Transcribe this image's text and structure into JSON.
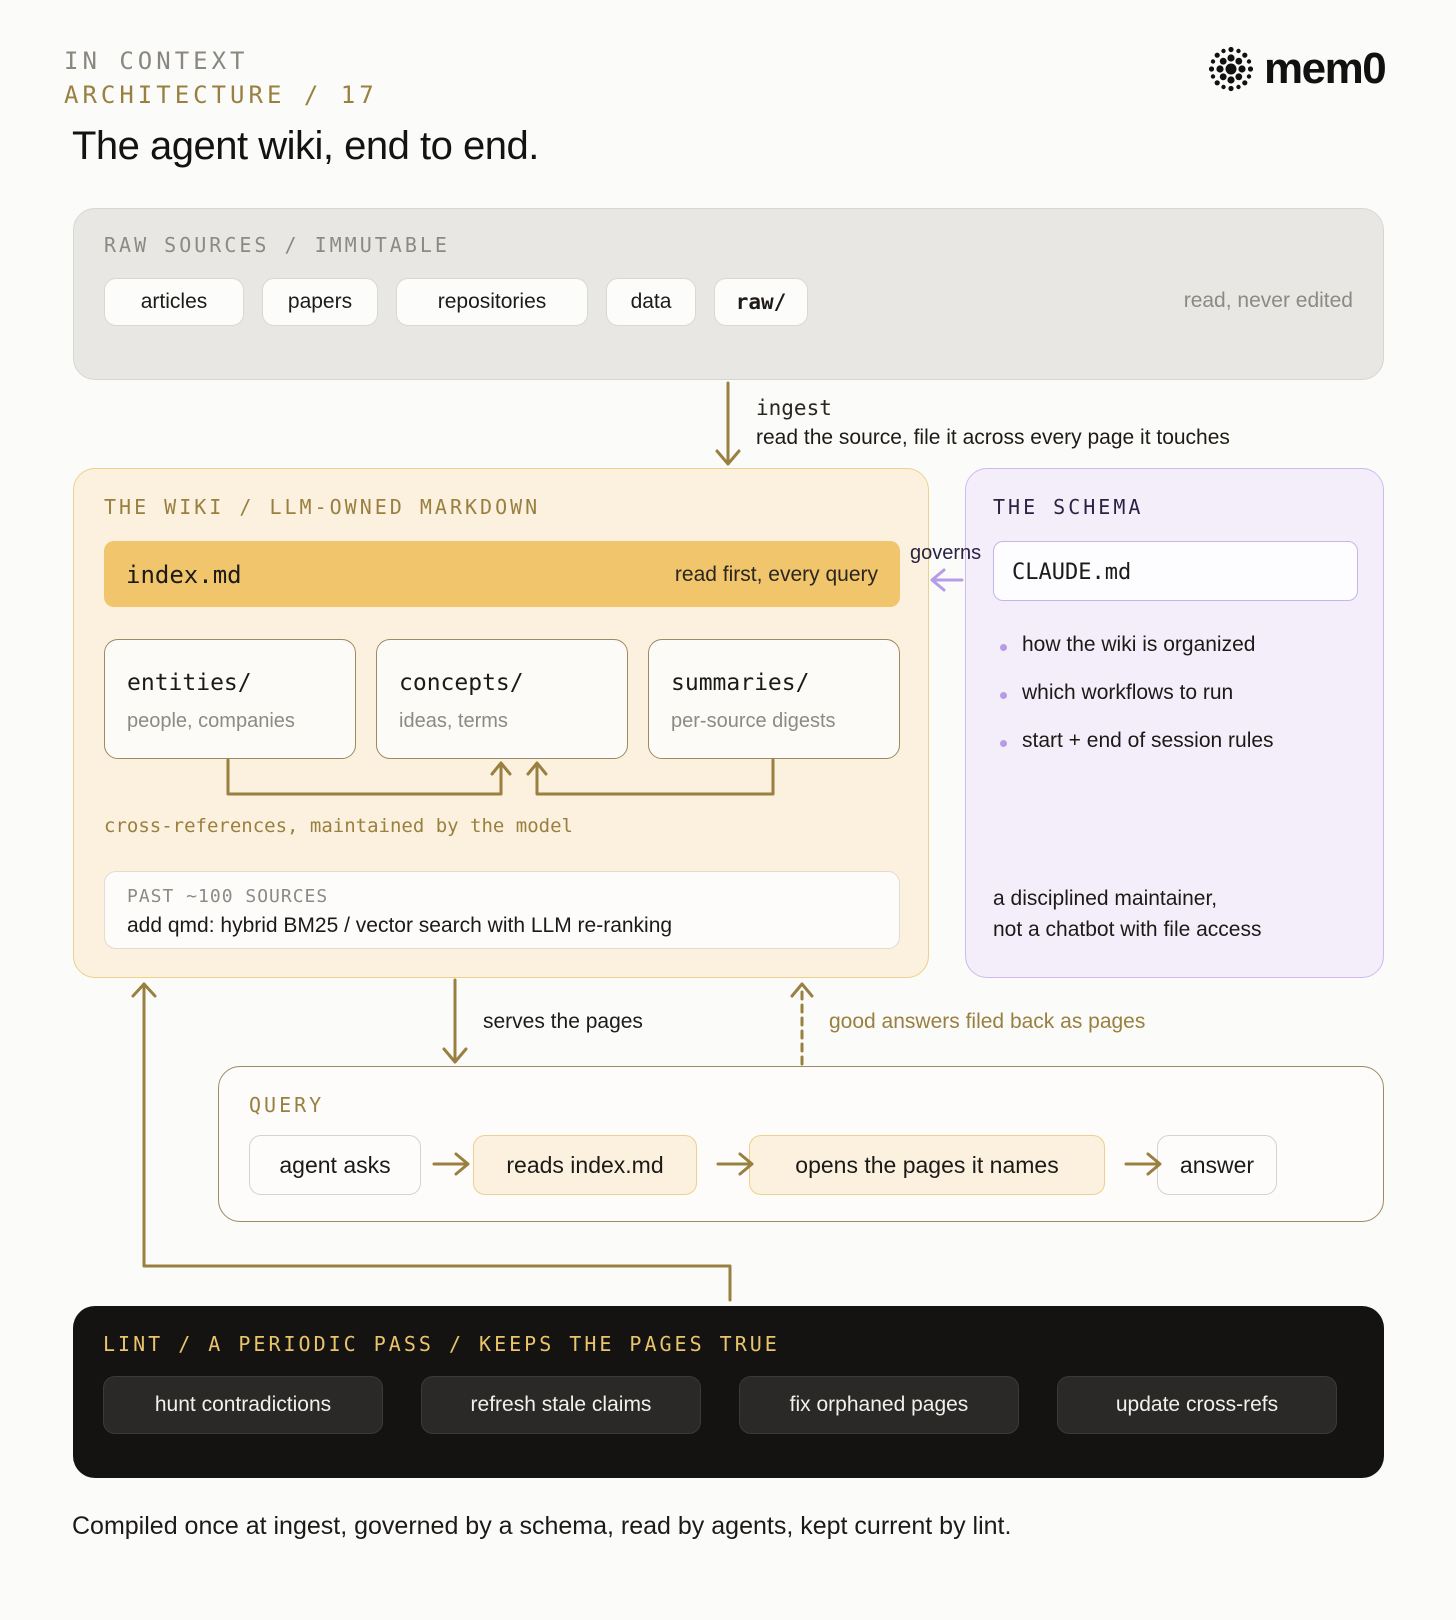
{
  "header": {
    "kicker_line1": "IN CONTEXT",
    "kicker_line2": "ARCHITECTURE / 17",
    "title": "The agent wiki, end to end.",
    "logo_text": "mem0"
  },
  "raw_sources": {
    "label": "RAW SOURCES / IMMUTABLE",
    "chips": [
      "articles",
      "papers",
      "repositories",
      "data",
      "raw/"
    ],
    "note": "read, never edited"
  },
  "ingest": {
    "label": "ingest",
    "description": "read the source, file it across every page it touches"
  },
  "wiki": {
    "label": "THE WIKI / LLM-OWNED MARKDOWN",
    "index_file": "index.md",
    "index_note": "read first, every query",
    "dirs": [
      {
        "name": "entities/",
        "desc": "people, companies"
      },
      {
        "name": "concepts/",
        "desc": "ideas, terms"
      },
      {
        "name": "summaries/",
        "desc": "per-source digests"
      }
    ],
    "xref_note": "cross-references, maintained by the model",
    "scale_label": "PAST ~100 SOURCES",
    "scale_note": "add qmd: hybrid BM25 / vector search with LLM re-ranking"
  },
  "schema": {
    "label": "THE SCHEMA",
    "file": "CLAUDE.md",
    "bullets": [
      "how the wiki is organized",
      "which workflows to run",
      "start + end of session rules"
    ],
    "footer_line1": "a disciplined maintainer,",
    "footer_line2": "not a chatbot with file access",
    "governs_label": "governs"
  },
  "flows": {
    "serves": "serves the pages",
    "filed_back": "good answers filed back as pages"
  },
  "query": {
    "label": "QUERY",
    "steps": [
      "agent asks",
      "reads index.md",
      "opens the pages it names",
      "answer"
    ]
  },
  "lint": {
    "label": "LINT / A PERIODIC PASS / KEEPS THE PAGES TRUE",
    "chips": [
      "hunt contradictions",
      "refresh stale claims",
      "fix orphaned pages",
      "update cross-refs"
    ]
  },
  "closing": "Compiled once at ingest, governed by a schema, read by agents, kept current by lint.",
  "colors": {
    "arrow_gold": "#9a8040",
    "schema_purple": "#b69ce6",
    "index_bar": "#f0c56b",
    "lint_label": "#e9c46a"
  }
}
